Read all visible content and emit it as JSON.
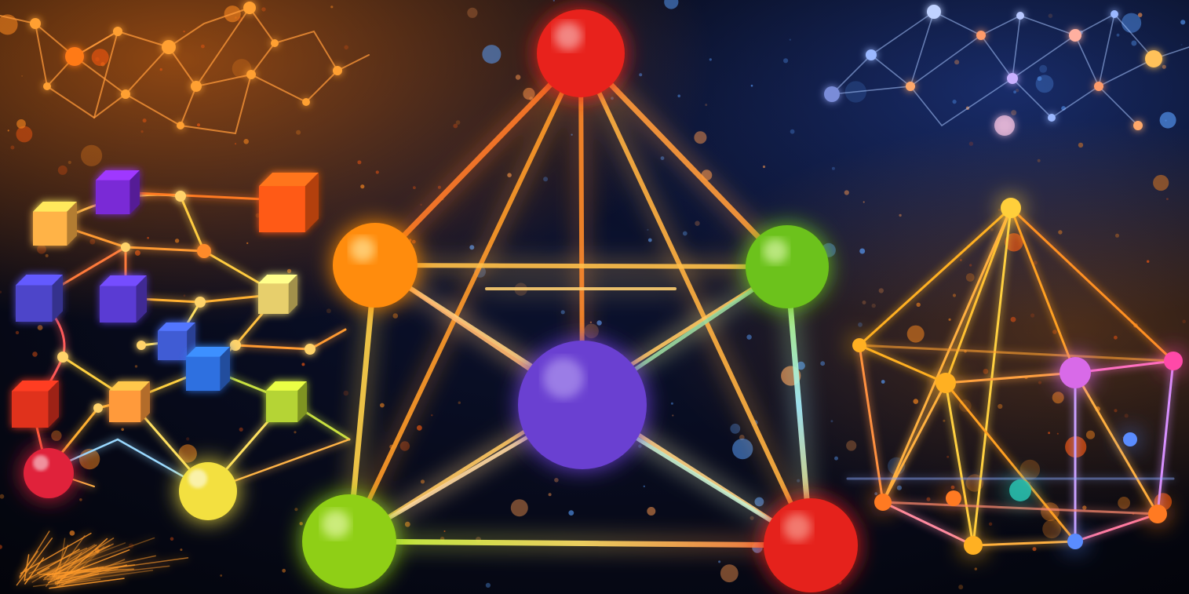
{
  "palette": {
    "background_center": "#0b1230",
    "background_edge": "#03040a",
    "glow_orange": "#ff8a1f",
    "glow_blue": "#5aa0ff",
    "edge_warm": "#ffb347",
    "edge_cool": "#9ad9ff"
  },
  "main_structure": {
    "nodes": [
      {
        "name": "top-red-sphere",
        "color": "#e8201a"
      },
      {
        "name": "left-orange-sphere",
        "color": "#ff8c10"
      },
      {
        "name": "right-green-sphere",
        "color": "#6cc21a"
      },
      {
        "name": "center-purple-sphere",
        "color": "#6a3fd1"
      },
      {
        "name": "bottom-left-green-sphere",
        "color": "#8fcf14"
      },
      {
        "name": "bottom-right-red-sphere",
        "color": "#e5221a"
      }
    ]
  },
  "left_cluster": {
    "cubes": [
      "#ffb347",
      "#7a2bd6",
      "#ff5a14",
      "#4d45c9",
      "#5a3bd3",
      "#e7cf6c",
      "#3f5bd4",
      "#2f6fe0",
      "#e0301a",
      "#ff9a3a",
      "#b5d434"
    ],
    "spheres": [
      "#e0203a",
      "#f3e040"
    ]
  },
  "right_cluster": {
    "apex_color": "#ffcf3a",
    "node_colors": [
      "#ffb020",
      "#ff7a20",
      "#d86ae8",
      "#ff4aa8",
      "#5a8cff",
      "#28c2b0"
    ]
  }
}
